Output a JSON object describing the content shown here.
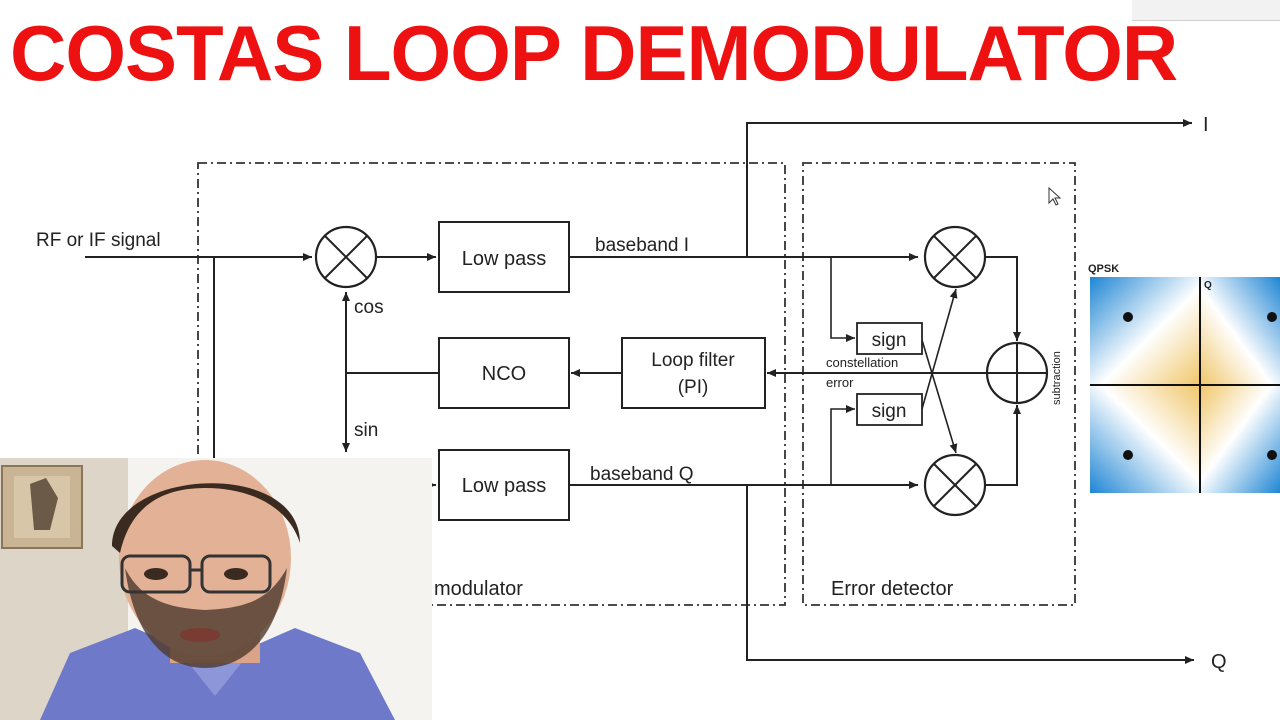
{
  "title": "COSTAS LOOP DEMODULATOR",
  "colors": {
    "title": "#ee1111",
    "line": "#222222",
    "constellation_blue": "#2f8fd6",
    "constellation_yellow": "#f2cf79"
  },
  "diagram": {
    "input_label": "RF or IF signal",
    "low_pass_top": "Low pass",
    "low_pass_bottom": "Low pass",
    "nco": "NCO",
    "loop_filter_line1": "Loop filter",
    "loop_filter_line2": "(PI)",
    "sign_top": "sign",
    "sign_bottom": "sign",
    "cos": "cos",
    "sin": "sin",
    "baseband_i": "baseband I",
    "baseband_q": "baseband Q",
    "constellation_line1": "constellation",
    "constellation_line2": "error",
    "subtraction": "subtraction",
    "demodulator_section": "modulator",
    "error_detector_section": "Error detector",
    "output_i": "I",
    "output_q": "Q"
  },
  "constellation": {
    "label": "QPSK",
    "axis_label": "Q"
  }
}
